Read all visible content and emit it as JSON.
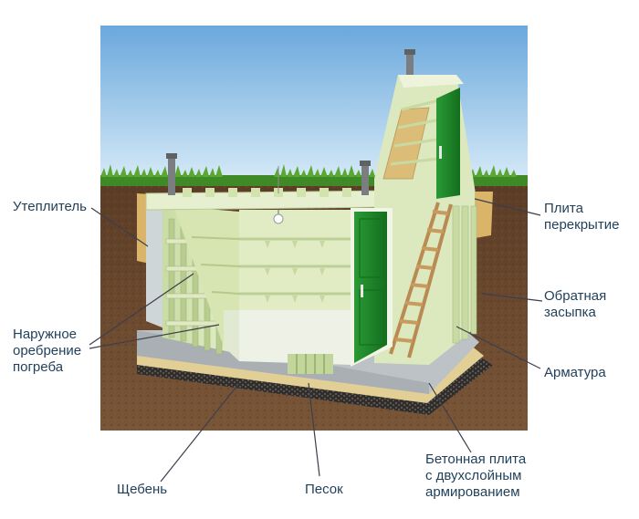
{
  "labels": {
    "insulation": "Утеплитель",
    "slab_line1": "Плита",
    "slab_line2": "перекрытие",
    "ribbing_line1": "Наружное",
    "ribbing_line2": "оребрение",
    "ribbing_line3": "погреба",
    "backfill_line1": "Обратная",
    "backfill_line2": "засыпка",
    "rebar": "Арматура",
    "gravel": "Щебень",
    "sand": "Песок",
    "base_line1": "Бетонная плита",
    "base_line2": "с двухслойным",
    "base_line3": "армированием"
  },
  "colors": {
    "label_text": "#1f3f5a",
    "sky": "#7fb3de",
    "grass": "#4e9a2f",
    "soil": "#6b4a30",
    "concrete": "#d7e7b5",
    "door": "#1f8a2a",
    "insulation": "#d8b26a",
    "sand": "#e7d39a",
    "gravel": "#3b3835",
    "slab": "#bfc4c7"
  }
}
